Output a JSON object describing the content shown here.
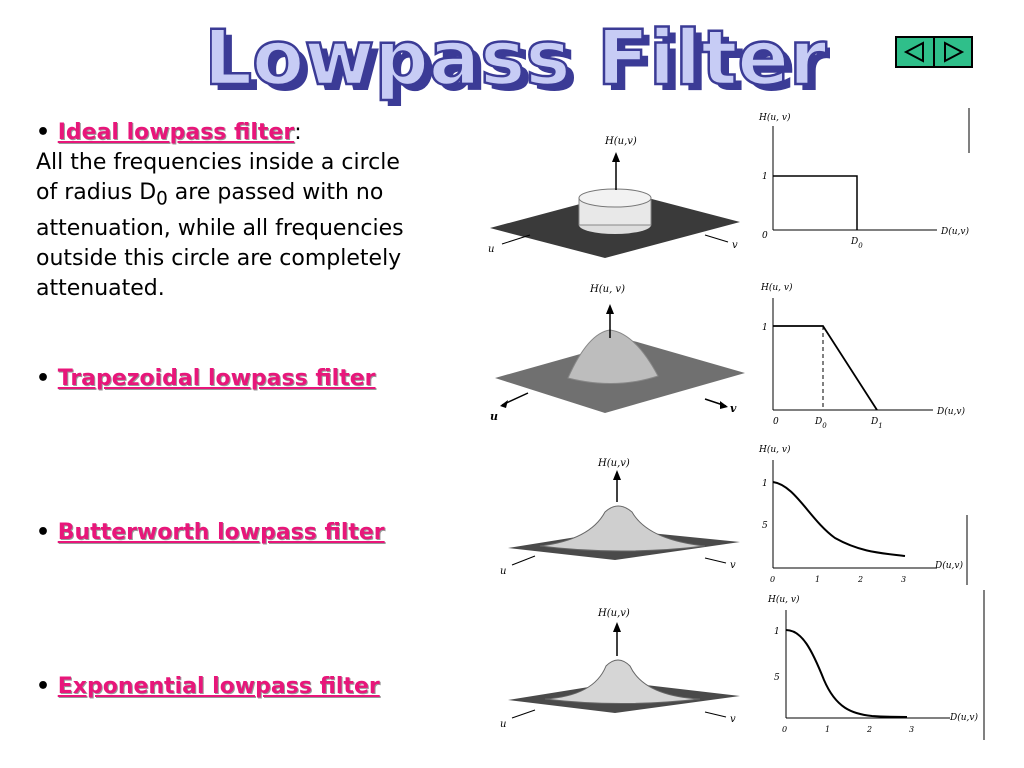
{
  "title": "Lowpass Filter",
  "nav": {
    "prev_icon": "triangle-left-icon",
    "next_icon": "triangle-right-icon",
    "color": "#2fbf8a"
  },
  "highlight_color": "#e8167a",
  "sections": [
    {
      "label": "Ideal lowpass filter",
      "suffix": ":",
      "desc_before": "All the frequencies inside a circle of radius D",
      "desc_sub": "0",
      "desc_after": " are passed with no attenuation, while all frequencies outside this circle are completely attenuated."
    },
    {
      "label": "Trapezoidal lowpass filter"
    },
    {
      "label": "Butterworth lowpass filter"
    },
    {
      "label": "Exponential lowpass filter"
    }
  ],
  "figures": {
    "ideal": {
      "surface_label": "H(u,v)",
      "u": "u",
      "v": "v",
      "graph_ylabel": "H(u, v)",
      "graph_xlabel": "D(u,v)",
      "y1": "1",
      "origin": "0",
      "d0": "D",
      "d0_sub": "0"
    },
    "trapezoidal": {
      "surface_label": "H(u, v)",
      "u": "u",
      "v": "v",
      "graph_ylabel": "H(u, v)",
      "graph_xlabel": "D(u,v)",
      "y1": "1",
      "origin": "0",
      "d0": "D",
      "d0_sub": "0",
      "d1": "D",
      "d1_sub": "1"
    },
    "butterworth": {
      "surface_label": "H(u,v)",
      "u": "u",
      "v": "v",
      "graph_ylabel": "H(u, v)",
      "graph_xlabel": "D(u,v)",
      "y1": "1",
      "y5": "5",
      "ticks": [
        "0",
        "1",
        "2",
        "3"
      ]
    },
    "exponential": {
      "surface_label": "H(u,v)",
      "u": "u",
      "v": "v",
      "graph_ylabel": "H(u, v)",
      "graph_xlabel": "D(u,v)",
      "y1": "1",
      "y5": "5",
      "ticks": [
        "0",
        "1",
        "2",
        "3"
      ]
    }
  }
}
